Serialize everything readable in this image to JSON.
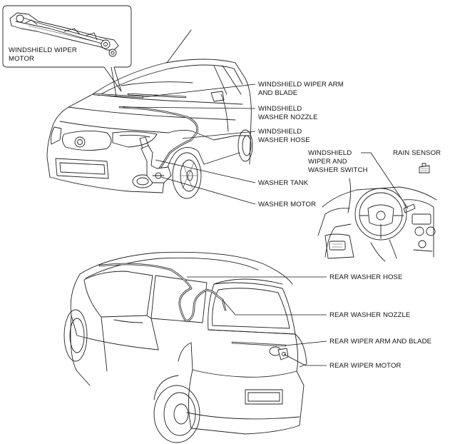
{
  "labels": {
    "wiper_motor_line1": "WINDSHIELD WIPER",
    "wiper_motor_line2": "MOTOR",
    "wiper_arm_line1": "WINDSHIELD WIPER ARM",
    "wiper_arm_line2": "AND BLADE",
    "washer_nozzle_line1": "WINDSHIELD",
    "washer_nozzle_line2": "WASHER NOZZLE",
    "washer_hose_line1": "WINDSHIELD",
    "washer_hose_line2": "WASHER HOSE",
    "washer_tank": "WASHER TANK",
    "washer_motor": "WASHER MOTOR",
    "switch_line1": "WINDSHIELD",
    "switch_line2": "WIPER AND",
    "switch_line3": "WASHER SWITCH",
    "rain_sensor": "RAIN SENSOR",
    "rear_washer_hose": "REAR WASHER HOSE",
    "rear_washer_nozzle": "REAR WASHER NOZZLE",
    "rear_wiper_arm": "REAR WIPER ARM AND BLADE",
    "rear_wiper_motor": "REAR WIPER MOTOR"
  }
}
